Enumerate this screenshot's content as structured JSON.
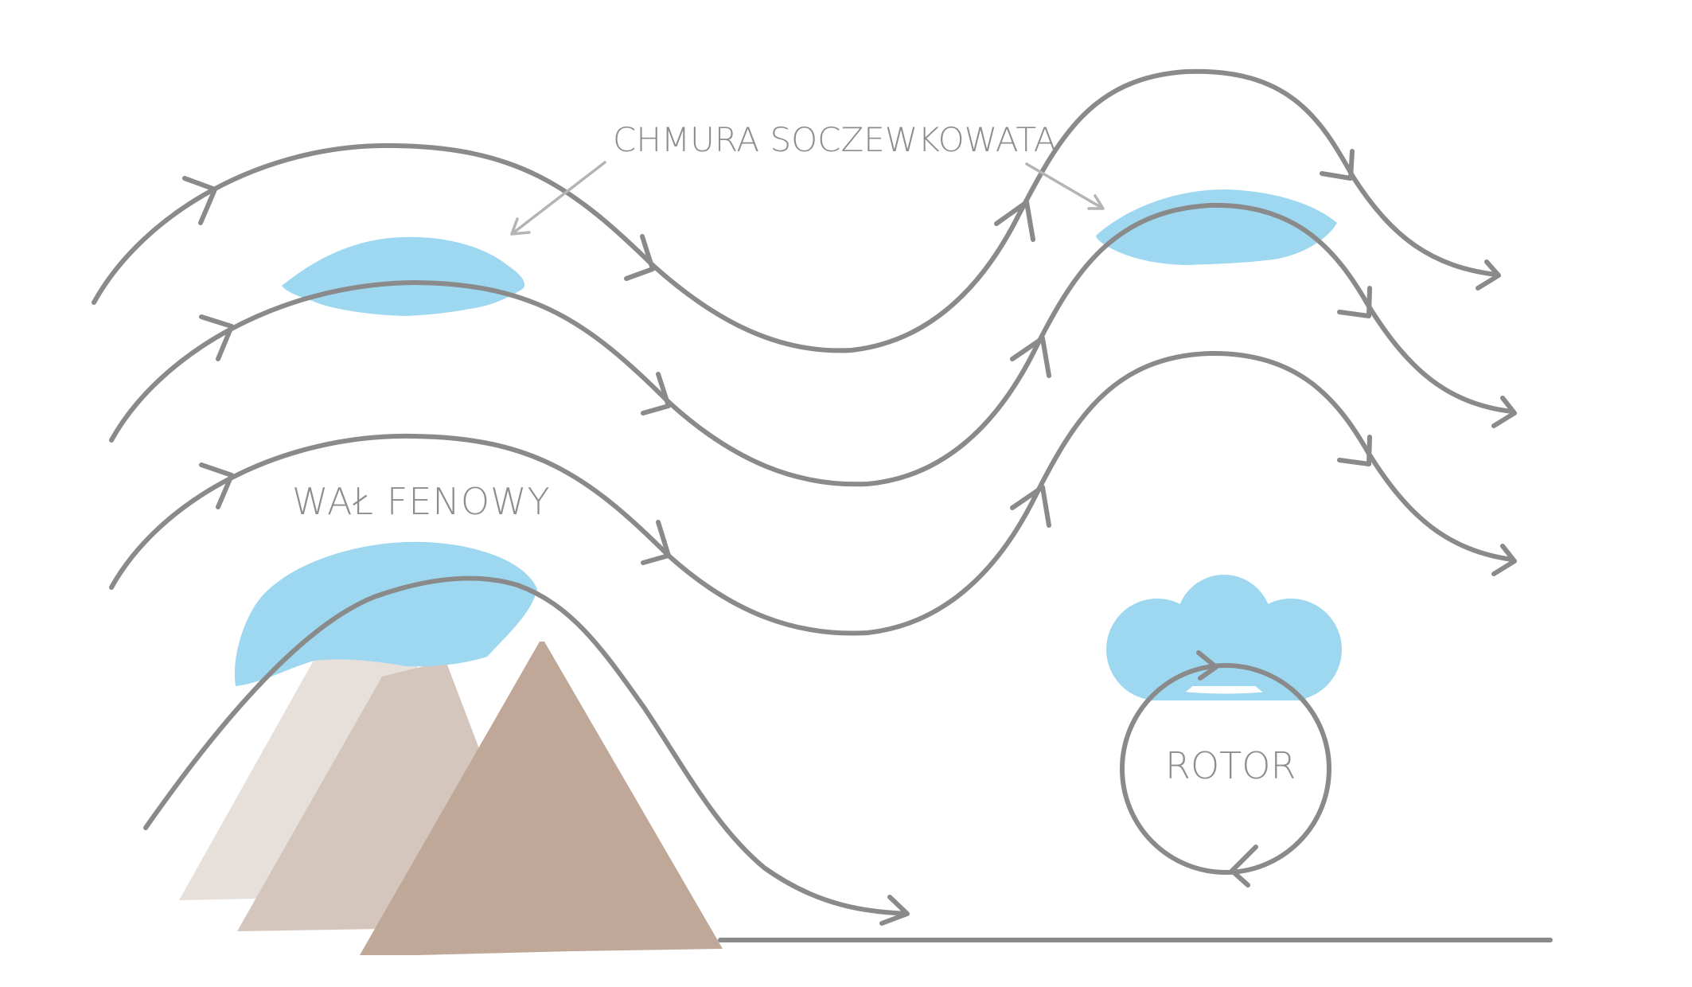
{
  "labels": {
    "lenticular_cloud": "CHMURA SOCZEWKOWATA",
    "foehn_wall": "WAŁ FENOWY",
    "rotor": "ROTOR"
  },
  "colors": {
    "airflow_lines": "#8a8a8a",
    "label_text": "#8d8d8d",
    "pointer_lines": "#b4b4b4",
    "cloud": "#9dd8f0",
    "mountain_far": "#e6dfda",
    "mountain_mid": "#d4c6bc",
    "mountain_near": "#c0a899",
    "ground": "#8a8a8a"
  },
  "icons": {
    "flow_arrowheads": "chevron-arrow",
    "rotor_arrowheads": "chevron-arrow"
  }
}
